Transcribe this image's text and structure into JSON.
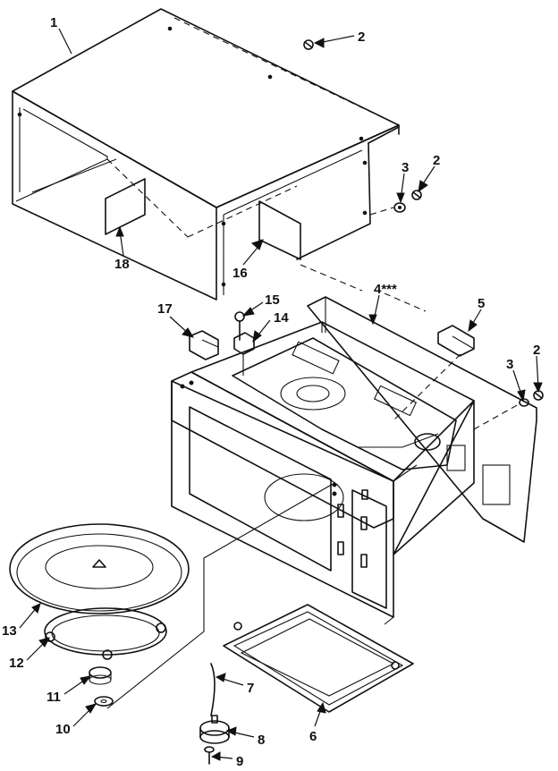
{
  "callouts": [
    {
      "id": "c1",
      "text": "1"
    },
    {
      "id": "c2a",
      "text": "2"
    },
    {
      "id": "c3a",
      "text": "3"
    },
    {
      "id": "c2b",
      "text": "2"
    },
    {
      "id": "c18",
      "text": "18"
    },
    {
      "id": "c16",
      "text": "16"
    },
    {
      "id": "c4",
      "text": "4***"
    },
    {
      "id": "c5",
      "text": "5"
    },
    {
      "id": "c17",
      "text": "17"
    },
    {
      "id": "c15",
      "text": "15"
    },
    {
      "id": "c14",
      "text": "14"
    },
    {
      "id": "c3b",
      "text": "3"
    },
    {
      "id": "c2c",
      "text": "2"
    },
    {
      "id": "c13",
      "text": "13"
    },
    {
      "id": "c12",
      "text": "12"
    },
    {
      "id": "c11",
      "text": "11"
    },
    {
      "id": "c10",
      "text": "10"
    },
    {
      "id": "c7",
      "text": "7"
    },
    {
      "id": "c8",
      "text": "8"
    },
    {
      "id": "c9",
      "text": "9"
    },
    {
      "id": "c6",
      "text": "6"
    }
  ]
}
